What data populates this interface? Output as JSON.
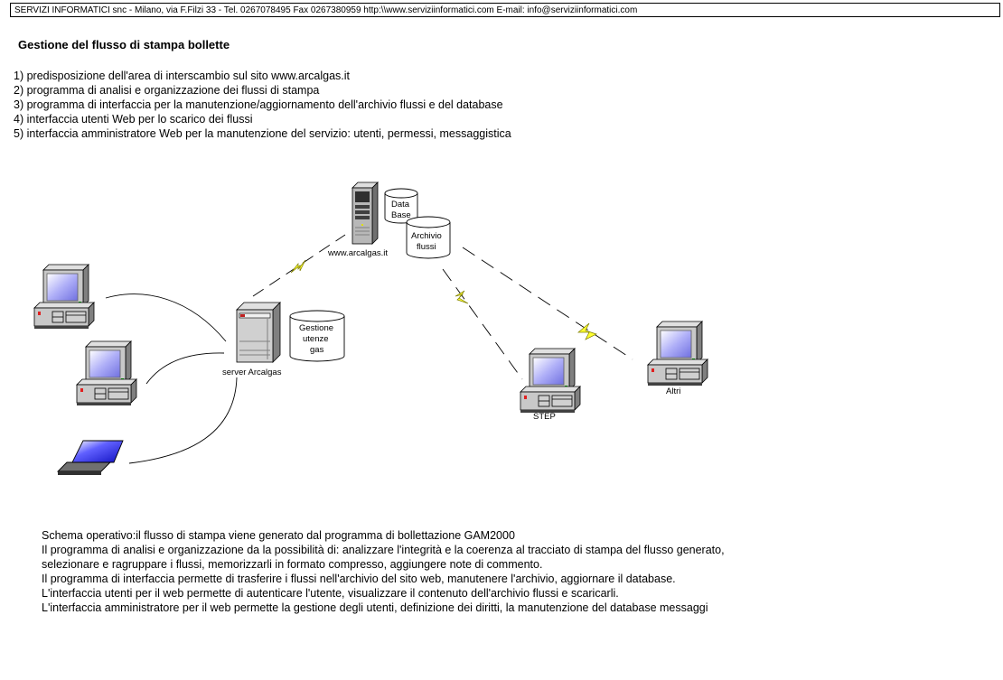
{
  "header": {
    "text": "SERVIZI INFORMATICI snc - Milano, via F.Filzi 33 - Tel. 0267078495 Fax 0267380959  http:\\\\www.serviziinformatici.com  E-mail: info@serviziinformatici.com"
  },
  "title": "Gestione del flusso di stampa bollette",
  "features": [
    "1) predisposizione dell'area di interscambio sul sito www.arcalgas.it",
    "2) programma di analisi e organizzazione dei flussi di stampa",
    "3) programma di interfaccia per la manutenzione/aggiornamento dell'archivio flussi e del database",
    "4) interfaccia utenti Web per lo scarico dei flussi",
    "5) interfaccia amministratore Web per la manutenzione del servizio: utenti, permessi, messaggistica"
  ],
  "diagram": {
    "nodes": {
      "web_server": {
        "label": "www.arcalgas.it",
        "icon": "tower-server-icon"
      },
      "database": {
        "label_lines": [
          "Data",
          "Base"
        ],
        "icon": "database-cylinder-icon"
      },
      "archive": {
        "label_lines": [
          "Archivio",
          "flussi"
        ],
        "icon": "database-cylinder-icon"
      },
      "local_server": {
        "label": "server Arcalgas",
        "icon": "server-icon"
      },
      "utenze_db": {
        "label_lines": [
          "Gestione",
          "utenze",
          "gas"
        ],
        "icon": "database-cylinder-icon"
      },
      "step": {
        "label": "STEP",
        "icon": "desktop-pc-icon"
      },
      "altri": {
        "label": "Altri",
        "icon": "desktop-pc-icon"
      },
      "client1": {
        "icon": "desktop-pc-icon"
      },
      "client2": {
        "icon": "desktop-pc-icon"
      },
      "client3": {
        "icon": "laptop-icon"
      }
    },
    "links": [
      {
        "from": "local_server",
        "to": "web_server",
        "type": "wan-lightning"
      },
      {
        "from": "archive",
        "to": "step",
        "type": "wan-lightning"
      },
      {
        "from": "archive",
        "to": "altri",
        "type": "wan-lightning"
      },
      {
        "from": "client1",
        "to": "local_server",
        "type": "lan"
      },
      {
        "from": "client2",
        "to": "local_server",
        "type": "lan"
      },
      {
        "from": "client3",
        "to": "local_server",
        "type": "lan"
      }
    ],
    "colors": {
      "lightning": "#ffff33",
      "screen": "#8c8cf0",
      "case": "#c0c0c0"
    }
  },
  "description": [
    "Schema operativo:il flusso di stampa viene generato dal programma di bollettazione GAM2000",
    "Il programma di analisi e organizzazione da la possibilità di: analizzare l'integrità e la coerenza al tracciato di stampa  del flusso generato,",
    "selezionare e ragruppare i flussi, memorizzarli in formato compresso, aggiungere note di commento.",
    "Il programma di interfaccia permette di trasferire i flussi nell'archivio  del sito web, manutenere l'archivio, aggiornare il database.",
    "L'interfaccia utenti per il web permette di autenticare l'utente, visualizzare il contenuto dell'archivio flussi e scaricarli.",
    "L'interfaccia amministratore per il web permette la gestione degli utenti, definizione dei diritti, la manutenzione del database messaggi"
  ]
}
